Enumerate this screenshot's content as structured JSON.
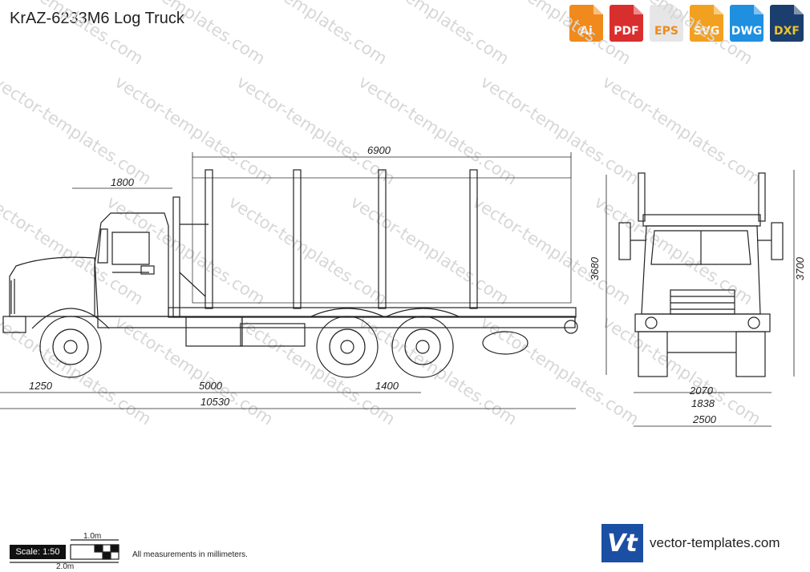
{
  "title": "KrAZ-6233M6 Log Truck",
  "formats": [
    {
      "label": "Ai",
      "color": "#f08a1c"
    },
    {
      "label": "PDF",
      "color": "#d92e2e"
    },
    {
      "label": "EPS",
      "color": "#e8e8e8"
    },
    {
      "label": "SVG",
      "color": "#f2a020"
    },
    {
      "label": "DWG",
      "color": "#1f8fe0"
    },
    {
      "label": "DXF",
      "color": "#1a3f6e"
    }
  ],
  "watermark": "vector-templates.com",
  "dimensions": {
    "cab_length": "1800",
    "body_length": "6900",
    "front_overhang": "1250",
    "wheelbase": "5000",
    "axle_spacing": "1400",
    "overall_length": "10530",
    "cab_height": "3680",
    "overall_height": "3700",
    "track_width": "2070",
    "rear_track": "1838",
    "overall_width": "2500"
  },
  "scale": {
    "label": "Scale: 1:50",
    "bar_top": "1.0m",
    "bar_bottom": "2.0m"
  },
  "note": "All measurements in millimeters.",
  "brand": {
    "logo_text": "Vt",
    "url": "vector-templates.com"
  }
}
